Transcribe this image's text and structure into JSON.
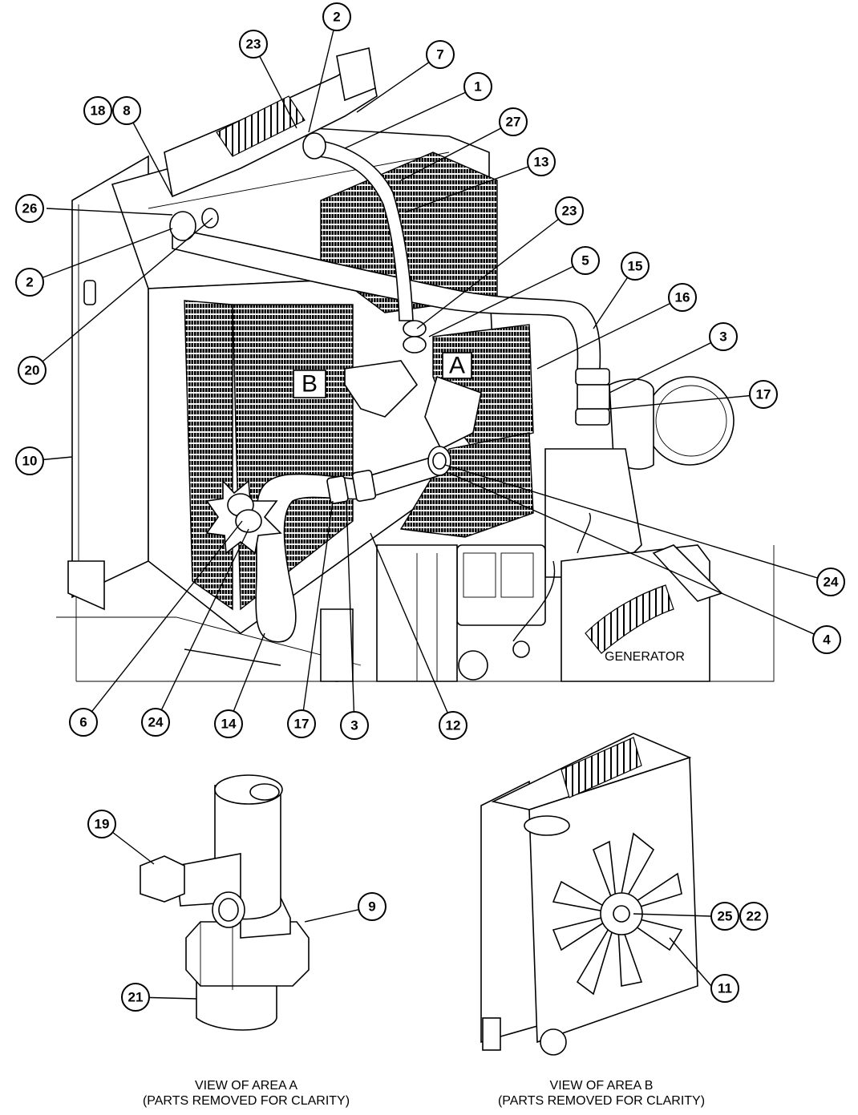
{
  "labels": {
    "generator": "GENERATOR",
    "area_a_letter": "A",
    "area_b_letter": "B"
  },
  "captions": {
    "view_a_line1": "VIEW OF AREA A",
    "view_a_line2": "(PARTS REMOVED FOR CLARITY)",
    "view_b_line1": "VIEW OF AREA B",
    "view_b_line2": "(PARTS REMOVED FOR CLARITY)"
  },
  "callouts": [
    "2",
    "23",
    "7",
    "1",
    "27",
    "13",
    "18",
    "8",
    "26",
    "2",
    "20",
    "23",
    "5",
    "15",
    "16",
    "3",
    "17",
    "10",
    "24",
    "4",
    "6",
    "24",
    "14",
    "17",
    "3",
    "12",
    "19",
    "9",
    "21",
    "25",
    "22",
    "11"
  ]
}
